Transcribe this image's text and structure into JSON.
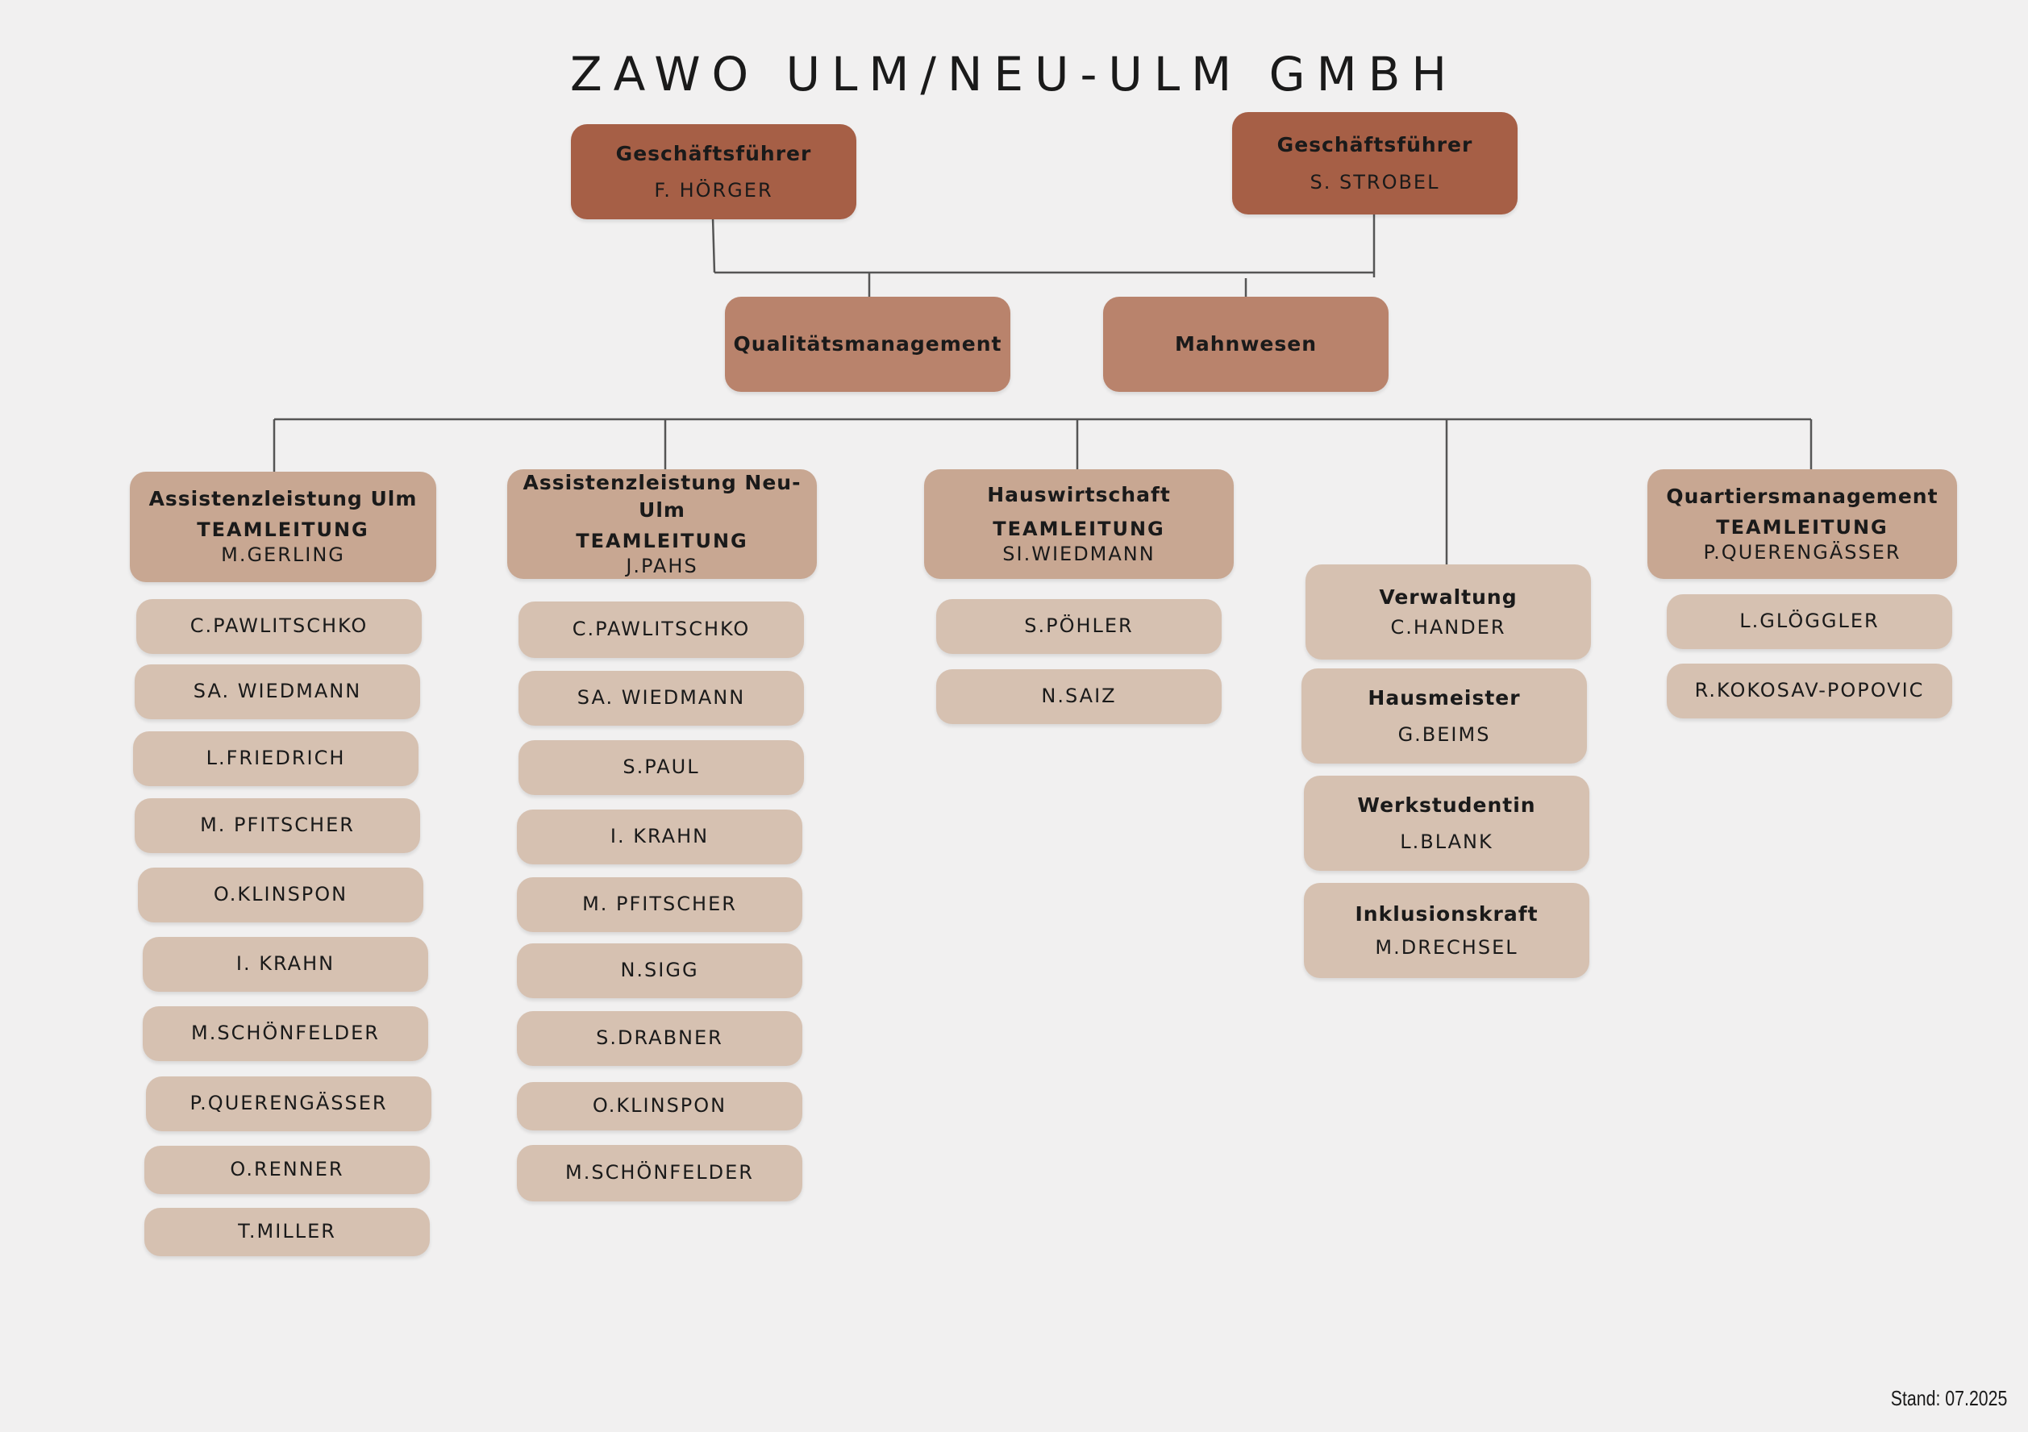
{
  "title": "ZAWO ULM/NEU-ULM GMBH",
  "stand": "Stand: 07.2025",
  "ceo1": {
    "role": "Geschäftsführer",
    "name": "F. HÖRGER"
  },
  "ceo2": {
    "role": "Geschäftsführer",
    "name": "S. STROBEL"
  },
  "staff": {
    "qm": "Qualitätsmanagement",
    "mahn": "Mahnwesen"
  },
  "columns": {
    "ulm": {
      "head": "Assistenzleistung Ulm",
      "lead_label": "TEAMLEITUNG",
      "lead": "M.GERLING",
      "members": [
        "C.PAWLITSCHKO",
        "SA. WIEDMANN",
        "L.FRIEDRICH",
        "M. PFITSCHER",
        "O.KLINSPON",
        "I. KRAHN",
        "M.SCHÖNFELDER",
        "P.QUERENGÄSSER",
        "O.RENNER",
        "T.MILLER"
      ]
    },
    "neuulm": {
      "head": "Assistenzleistung Neu-Ulm",
      "lead_label": "TEAMLEITUNG",
      "lead": "J.PAHS",
      "members": [
        "C.PAWLITSCHKO",
        "SA. WIEDMANN",
        "S.PAUL",
        "I. KRAHN",
        "M. PFITSCHER",
        "N.SIGG",
        "S.DRABNER",
        "O.KLINSPON",
        "M.SCHÖNFELDER"
      ]
    },
    "haus": {
      "head": "Hauswirtschaft",
      "lead_label": "TEAMLEITUNG",
      "lead": "SI.WIEDMANN",
      "members": [
        "S.PÖHLER",
        "N.SAIZ"
      ]
    },
    "verw": {
      "units": [
        {
          "role": "Verwaltung",
          "name": "C.HANDER"
        },
        {
          "role": "Hausmeister",
          "name": "G.BEIMS"
        },
        {
          "role": "Werkstudentin",
          "name": "L.BLANK"
        },
        {
          "role": "Inklusionskraft",
          "name": "M.DRECHSEL"
        }
      ]
    },
    "quart": {
      "head": "Quartiersmanagement",
      "lead_label": "TEAMLEITUNG",
      "lead": "P.QUERENGÄSSER",
      "members": [
        "L.GLÖGGLER",
        "R.KOKOSAV-POPOVIC"
      ]
    }
  }
}
